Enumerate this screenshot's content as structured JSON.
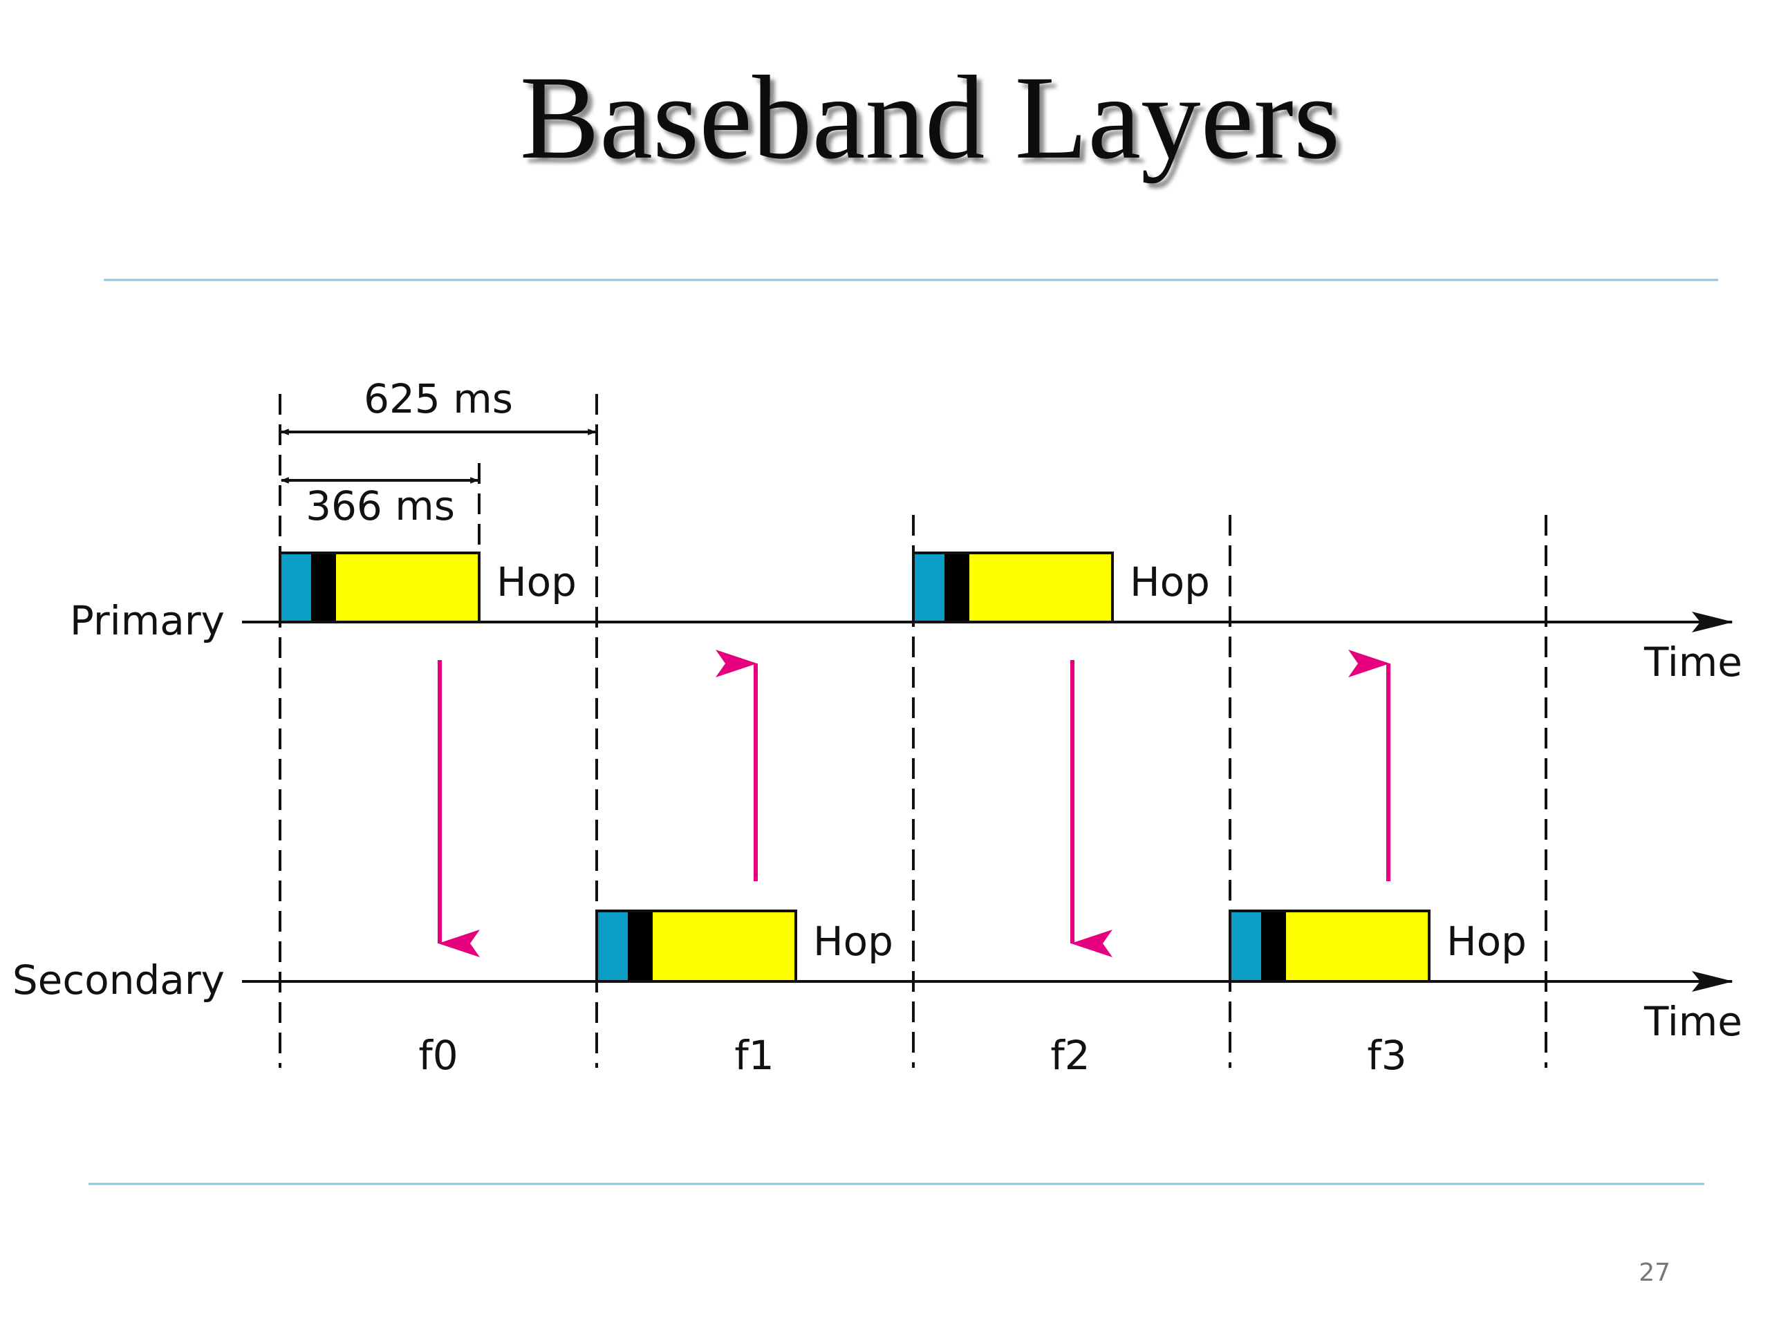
{
  "slide": {
    "title": "Baseband Layers",
    "page_number": "27"
  },
  "diagram": {
    "timelines": {
      "primary_label": "Primary",
      "secondary_label": "Secondary",
      "time_label": "Time"
    },
    "measures": {
      "slot_duration": "625 ms",
      "packet_duration": "366 ms"
    },
    "hop_label": "Hop",
    "frequencies": [
      "f0",
      "f1",
      "f2",
      "f3"
    ],
    "colors": {
      "rule": "#8cc6d8",
      "packet_header": "#0a9dc6",
      "packet_sync": "#000000",
      "packet_payload": "#ffff00",
      "direction_arrow": "#e6007e"
    }
  }
}
